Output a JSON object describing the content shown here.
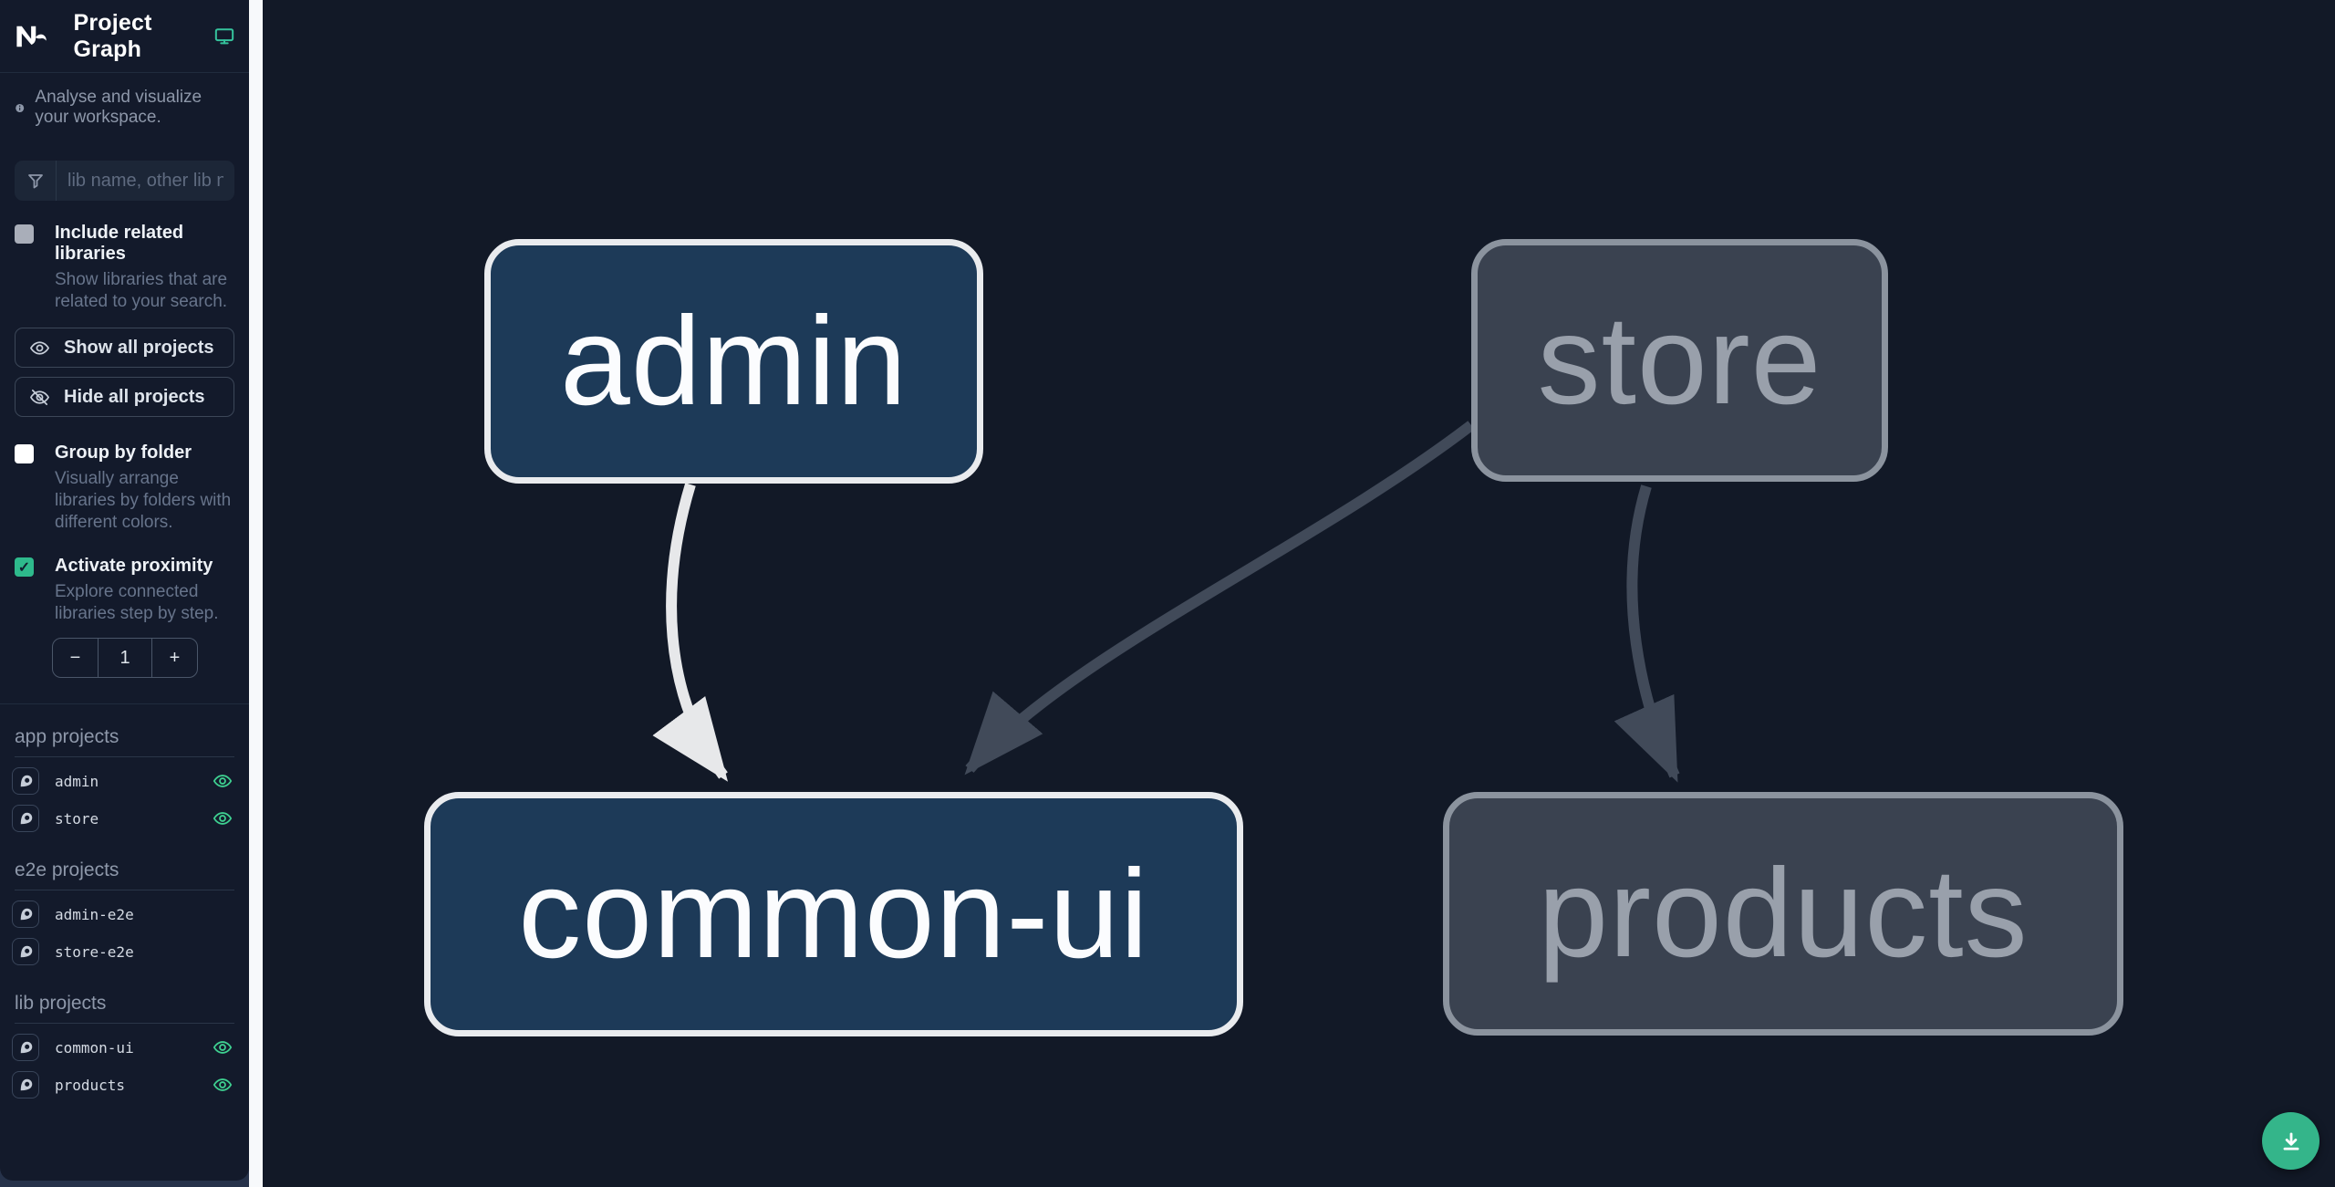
{
  "header": {
    "logo": "Nx",
    "title": "Project Graph"
  },
  "sidebar": {
    "tagline": "Analyse and visualize your workspace.",
    "search": {
      "placeholder": "lib name, other lib name"
    },
    "include_related": {
      "label": "Include related libraries",
      "description": "Show libraries that are related to your search.",
      "checked": false
    },
    "buttons": {
      "show_all": "Show all projects",
      "hide_all": "Hide all projects"
    },
    "group_by_folder": {
      "label": "Group by folder",
      "description": "Visually arrange libraries by folders with different colors.",
      "checked": false
    },
    "activate_proximity": {
      "label": "Activate proximity",
      "description": "Explore connected libraries step by step.",
      "checked": true
    },
    "proximity_stepper": {
      "decrement": "−",
      "value": "1",
      "increment": "+"
    },
    "sections": [
      {
        "heading": "app projects",
        "items": [
          {
            "name": "admin",
            "visible": true
          },
          {
            "name": "store",
            "visible": true
          }
        ]
      },
      {
        "heading": "e2e projects",
        "items": [
          {
            "name": "admin-e2e",
            "visible": false
          },
          {
            "name": "store-e2e",
            "visible": false
          }
        ]
      },
      {
        "heading": "lib projects",
        "items": [
          {
            "name": "common-ui",
            "visible": true
          },
          {
            "name": "products",
            "visible": true
          }
        ]
      }
    ]
  },
  "graph": {
    "nodes": [
      {
        "id": "admin",
        "label": "admin",
        "state": "focused"
      },
      {
        "id": "store",
        "label": "store",
        "state": "faded"
      },
      {
        "id": "common-ui",
        "label": "common-ui",
        "state": "focused"
      },
      {
        "id": "products",
        "label": "products",
        "state": "faded"
      }
    ],
    "edges": [
      {
        "from": "admin",
        "to": "common-ui",
        "style": "highlighted"
      },
      {
        "from": "store",
        "to": "common-ui",
        "style": "faded"
      },
      {
        "from": "store",
        "to": "products",
        "style": "faded"
      }
    ]
  },
  "fab": {
    "icon": "download"
  },
  "colors": {
    "accent_green": "#34b58a",
    "eye_green": "#3ecf90",
    "canvas_bg": "#121927",
    "sidebar_bg": "#131a2b",
    "node_focused_bg": "#1d3a58",
    "node_focused_border": "#e9ebee",
    "node_faded_bg": "#3a4250",
    "node_faded_border": "#8b939e",
    "edge_highlighted": "#e7e8ea",
    "edge_faded": "#414a59"
  }
}
